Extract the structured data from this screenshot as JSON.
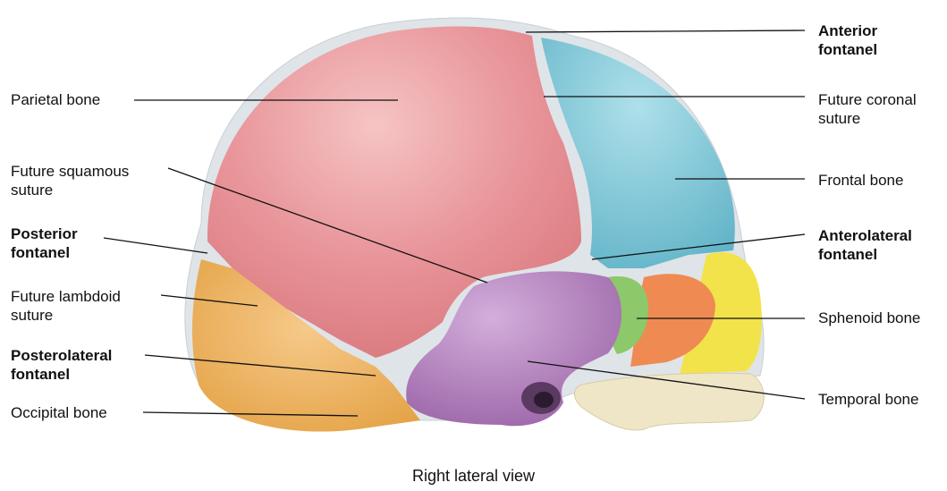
{
  "caption": "Right lateral view",
  "labels_left": {
    "parietal_bone": "Parietal bone",
    "future_squamous_suture": "Future squamous\nsuture",
    "posterior_fontanel": "Posterior\nfontanel",
    "future_lambdoid_suture": "Future lambdoid\nsuture",
    "posterolateral_fontanel": "Posterolateral\nfontanel",
    "occipital_bone": "Occipital bone"
  },
  "labels_right": {
    "anterior_fontanel": "Anterior\nfontanel",
    "future_coronal_suture": "Future coronal\nsuture",
    "frontal_bone": "Frontal bone",
    "anterolateral_fontanel": "Anterolateral\nfontanel",
    "sphenoid_bone": "Sphenoid bone",
    "temporal_bone": "Temporal bone"
  },
  "colors": {
    "parietal": "#e58a8f",
    "frontal": "#7fc4d4",
    "occipital": "#eeb05a",
    "temporal": "#b886c2",
    "sphenoid_green": "#8dc86a",
    "sphenoid_orange": "#ef8a52",
    "facial_yellow": "#f2e34a",
    "mandible": "#efe6c8",
    "suture": "#dfe4e8"
  }
}
